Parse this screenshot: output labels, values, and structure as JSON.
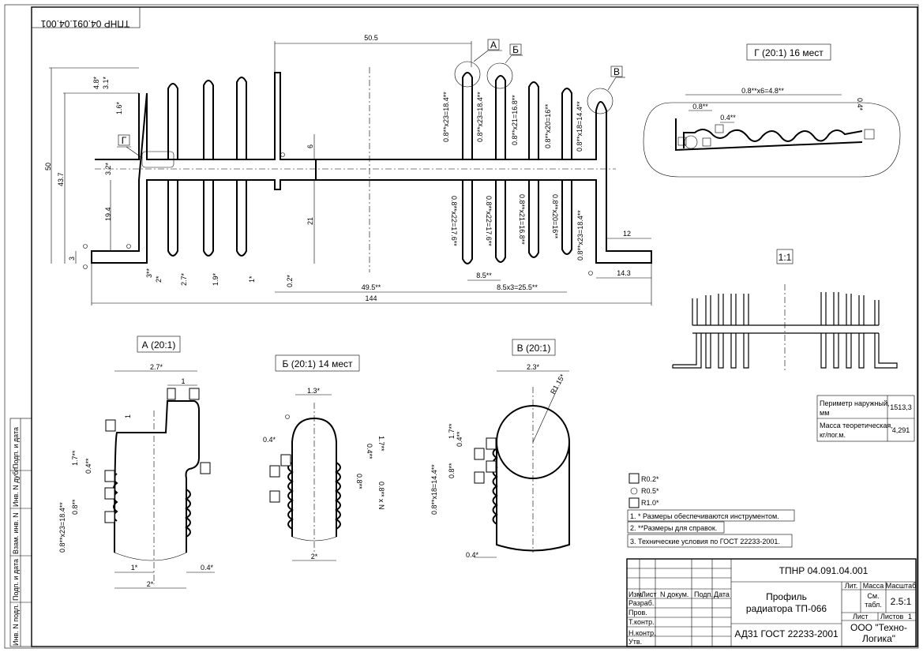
{
  "doc": {
    "code": "ТПНР 04.091.04.001",
    "code_mirrored": "ТПНР 04.091.04.001",
    "product_name_1": "Профиль",
    "product_name_2": "радиатора ТП-066",
    "material": "АД31  ГОСТ 22233-2001",
    "company_1": "ООО \"Техно-",
    "company_2": "Логика\"",
    "scale": "2.5:1",
    "letter_label": "Лит.",
    "mass_label": "Масса",
    "scale_label": "Масштаб",
    "sheet_label": "Лист",
    "sheets_label": "Листов",
    "sheets_value": "1",
    "mass_value_1": "См.",
    "mass_value_2": "табл."
  },
  "stamp_rows": {
    "izm": "Изм.",
    "list": "Лист",
    "ndoc": "N докум.",
    "podp": "Подп.",
    "data": "Дата",
    "razrab": "Разраб.",
    "prov": "Пров.",
    "tehkontr": "Т.контр.",
    "nkontr": "Н.контр.",
    "utv": "Утв."
  },
  "side_stamp": [
    "Подп. и дата",
    "Инв. N дубл.",
    "Взам. инв. N",
    "Подп. и дата",
    "Инв. N подл."
  ],
  "views": {
    "a": "А (20:1)",
    "b": "Б (20:1) 14 мест",
    "v": "В (20:1)",
    "g": "Г (20:1) 16 мест",
    "full": "1:1"
  },
  "callouts": [
    "А",
    "Б",
    "В",
    "Г"
  ],
  "main_dims": {
    "d50_5": "50.5",
    "d50": "50",
    "d43_7": "43.7",
    "d19_4": "19.4",
    "d3": "3",
    "d4_8": "4.8*",
    "d3_1": "3.1*",
    "d1_6": "1.6*",
    "d3_2": "3.2*",
    "d6": "6",
    "d21": "21",
    "d12": "12",
    "d14_3": "14.3",
    "d144": "144",
    "d49_5": "49.5**",
    "d8_5a": "8.5**",
    "d8_5x3": "8.5x3=25.5**",
    "d2": "2*",
    "d2_7": "2.7*",
    "d1_9": "1.9*",
    "d1": "1*",
    "d0_2": "0.2*",
    "d3s": "3**",
    "fin_top": [
      "0.8**x23=18.4**",
      "0.8**x23=18.4**",
      "0.8**x21=16.8**",
      "0.8**x20=16**",
      "0.8**x18=14.4**"
    ],
    "fin_bot": [
      "0.8**x22=17.6**",
      "0.8**x22=17.6**",
      "0.8**x21=16.8**",
      "0.8**x20=16**",
      "0.8**x23=18.4**"
    ]
  },
  "detail_a": {
    "d2_7": "2.7*",
    "d1a": "1",
    "d1b": "1",
    "d1_7": "1.7**",
    "d0_4": "0.4**",
    "d0_8": "0.8**",
    "d0_8x23": "0.8**x23=18.4**",
    "d1s": "1*",
    "d0_4b": "0.4*",
    "d2s": "2*"
  },
  "detail_b": {
    "d1_3": "1.3*",
    "d0_4": "0.4*",
    "d1_7": "1.7**",
    "d0_4b": "0.4**",
    "d0_8": "0.8**",
    "d0_8x": "0.8** x N",
    "d2s": "2*"
  },
  "detail_v": {
    "d2_3": "2.3*",
    "r1_15": "R1.15*",
    "d1_7": "1.7**",
    "d0_4": "0.4**",
    "d0_8": "0.8**",
    "d0_8x18": "0.8**x18=14.4**",
    "d0_4b": "0.4*"
  },
  "detail_g": {
    "d0_8x6": "0.8**x6=4.8**",
    "d0_8": "0.8**",
    "d0_4": "0.4**",
    "d0_4b": "0.4*"
  },
  "symbols": [
    "R0.2*",
    "R0.5*",
    "R1.0*"
  ],
  "notes": [
    "1. * Размеры обеспечиваются инструментом.",
    "2. **Размеры для справок.",
    "3. Технические условия по ГОСТ 22233-2001."
  ],
  "props": {
    "perimeter_label_1": "Периметр наружный,",
    "perimeter_label_2": "мм",
    "perimeter_value": "1513,3",
    "mass_label_1": "Масса теоретическая,",
    "mass_label_2": "кг/пог.м.",
    "mass_value": "4,291"
  }
}
